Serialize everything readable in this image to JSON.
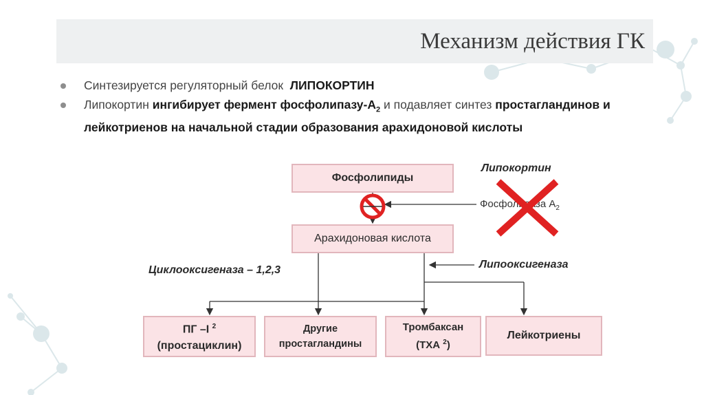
{
  "title": "Механизм действия ГК",
  "bullets": [
    {
      "pre": "Синтезируется регуляторный белок",
      "bold": "ЛИПОКОРТИН"
    },
    {
      "p1": "Липокортин",
      "b1": "ингибирует фермент фосфолипазу-А",
      "sub": "2",
      "p2": "и подавляет синтез",
      "b2": "простагландинов и лейкотриенов на начальной стадии образования арахидоновой кислоты"
    }
  ],
  "diagram": {
    "phospholipids": "Фосфолипиды",
    "arachidonic": "Арахидоновая кислота",
    "lipocortin": "Липокортин",
    "phospholipase": "Фосфолипаза А",
    "phospholipase_sub": "2",
    "cyclooxygenase": "Циклооксигеназа – 1,2,3",
    "lipoxygenase": "Липооксигеназа",
    "pg_line1": "ПГ –I",
    "pg_sub": "2",
    "pg_line2": "(простациклин)",
    "other_line1": "Другие",
    "other_line2": "простагландины",
    "thromb_line1": "Тромбаксан",
    "thromb_line2": "(ТХА",
    "thromb_sub": "2",
    "thromb_close": ")",
    "leuko": "Лейкотриены"
  },
  "colors": {
    "box_fill": "#fbe3e6",
    "box_border": "#e2b6bc",
    "cross": "#e02222",
    "band": "#eef0f1",
    "deco": "#d9e6ea"
  },
  "icons": [
    "prohibition-icon",
    "red-cross-icon",
    "bullet-dot-icon"
  ]
}
